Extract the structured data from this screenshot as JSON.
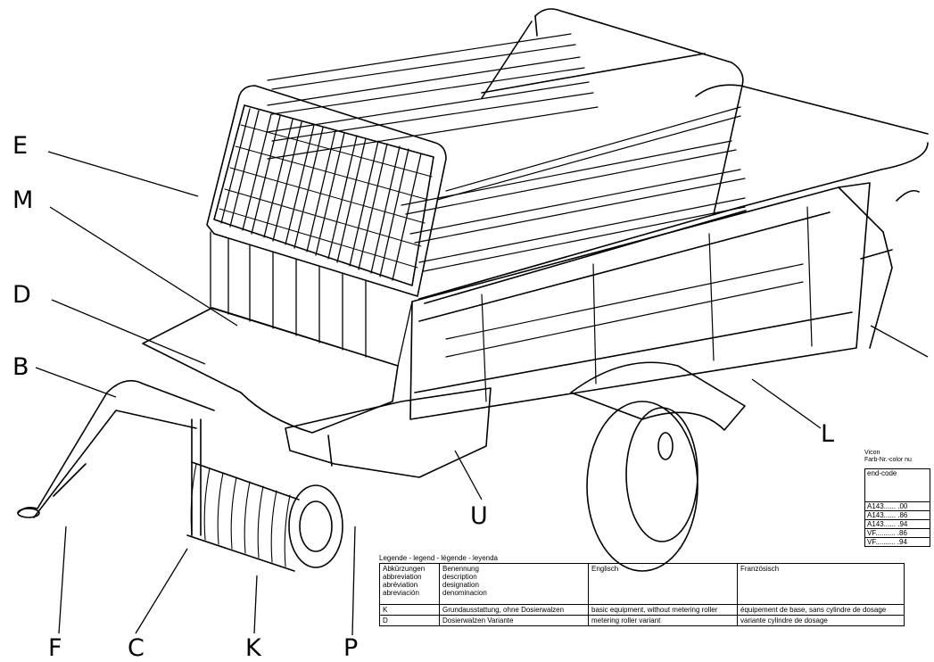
{
  "callouts": {
    "E": "E",
    "M": "M",
    "D": "D",
    "B": "B",
    "U": "U",
    "L": "L",
    "F": "F",
    "C": "C",
    "K": "K",
    "P": "P"
  },
  "color_block": {
    "brand": "Vicon",
    "label": "Farb-Nr.-color nu",
    "header": "end-code",
    "rows": [
      "A143...... .00",
      "A143...... .86",
      "A143...... .94",
      "VF.......... .86",
      "VF.......... .94"
    ]
  },
  "legend": {
    "title": "Legende - legend - légende - leyenda",
    "headers": {
      "abbr": [
        "Abkürzungen",
        "abbreviation",
        "abréviation",
        "abreviación"
      ],
      "name": [
        "Benennung",
        "description",
        "designation",
        "denominacion"
      ],
      "en": "Englisch",
      "fr": "Französisch"
    },
    "rows": [
      {
        "abbr": "K",
        "de": "Grundausstattung, ohne Dosierwalzen",
        "en": "basic equipment, without metering roller",
        "fr": "équipement de base, sans cylindre de dosage"
      },
      {
        "abbr": "D",
        "de": "Dosierwalzen Variante",
        "en": "metering roller variant",
        "fr": "variante cylindre de dosage"
      }
    ]
  }
}
